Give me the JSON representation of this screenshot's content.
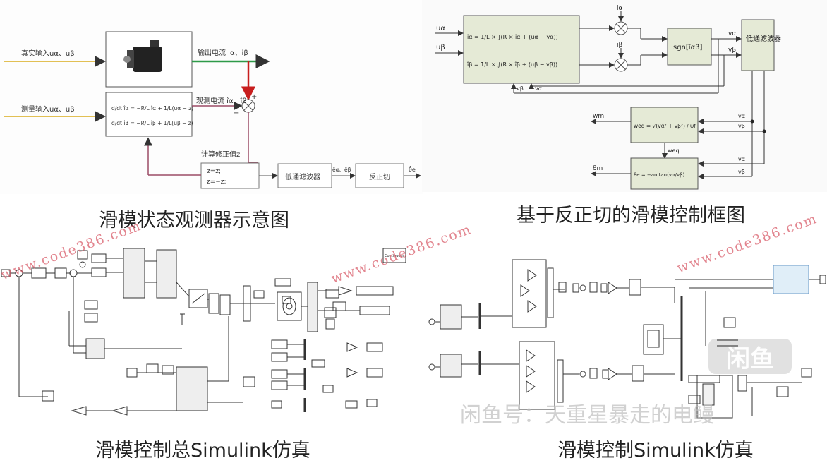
{
  "diagram1": {
    "caption": "滑模状态观测器示意图",
    "real_input": "真实输入uα、uβ",
    "measured_input": "测量输入uα、uβ",
    "output_current": "输出电流 iα、iβ",
    "observed_current": "观测电流 îα、îβ",
    "eq_top": "d/dt îα = −R/L îα + 1/L(uα − z)",
    "eq_bottom": "d/dt îβ = −R/L îβ + 1/L(uβ − z)",
    "plus": "+",
    "minus": "−",
    "correction_label": "计算修正值z",
    "z_pos": "z=z;",
    "z_neg": "z=−z;",
    "lpf": "低通滤波器",
    "e_estimates": "êα、êβ",
    "arctan": "反正切",
    "theta": "θ̂e"
  },
  "diagram2": {
    "caption": "基于反正切的滑模控制框图",
    "u_alpha": "uα",
    "u_beta": "uβ",
    "eq_alpha": "îα = 1/L × ∫(R × îα + (uα − vα))",
    "eq_beta": "îβ = 1/L × ∫(R × îβ + (uβ − vβ))",
    "i_alpha": "iα",
    "i_beta": "iβ",
    "sgn": "sgn[ĩαβ]",
    "v_alpha": "vα",
    "v_beta": "vβ",
    "lpf": "低通滤波器",
    "w_eq": "weq = √(vα² + vβ²) / ψf",
    "w_m": "wm",
    "weq_label": "weq",
    "theta_m": "θm",
    "theta_eq": "θe = −arctan(vα/vβ)"
  },
  "diagram3": {
    "caption": "滑模控制总Simulink仿真",
    "continuous": "Continuous"
  },
  "diagram4": {
    "caption": "滑模控制Simulink仿真"
  },
  "watermarks": [
    "www.code386.com",
    "www.code386.com",
    "www.code386.com"
  ],
  "overlay": {
    "logo_text": "闲鱼",
    "seller_text": "闲鱼号：天重星暴走的电鳗"
  }
}
